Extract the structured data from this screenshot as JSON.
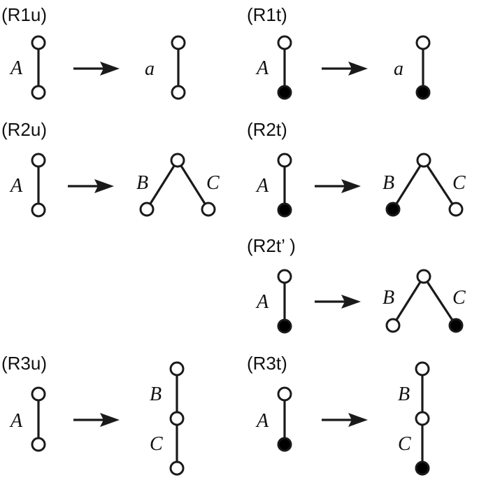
{
  "rules": [
    {
      "id": "R1u",
      "title": "(R1u)",
      "left_label": "A",
      "right_labels": [
        "a"
      ]
    },
    {
      "id": "R1t",
      "title": "(R1t)",
      "left_label": "A",
      "right_labels": [
        "a"
      ]
    },
    {
      "id": "R2u",
      "title": "(R2u)",
      "left_label": "A",
      "right_labels": [
        "B",
        "C"
      ]
    },
    {
      "id": "R2t",
      "title": "(R2t)",
      "left_label": "A",
      "right_labels": [
        "B",
        "C"
      ]
    },
    {
      "id": "R2tp",
      "title": "(R2t’ )",
      "left_label": "A",
      "right_labels": [
        "B",
        "C"
      ]
    },
    {
      "id": "R3u",
      "title": "(R3u)",
      "left_label": "A",
      "right_labels": [
        "B",
        "C"
      ]
    },
    {
      "id": "R3t",
      "title": "(R3t)",
      "left_label": "A",
      "right_labels": [
        "B",
        "C"
      ]
    }
  ]
}
